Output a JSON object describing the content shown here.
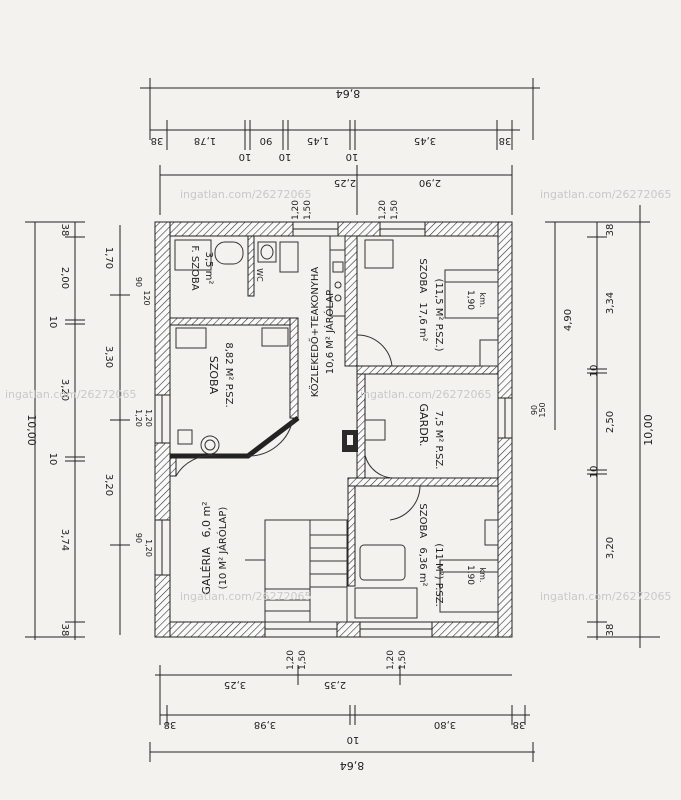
{
  "watermark": "ingatlan.com/26272065",
  "dimensions": {
    "top_total": "8,64",
    "top_chain": [
      "38",
      "1,78",
      "10",
      "90",
      "10",
      "1,45",
      "10",
      "3,45",
      "38"
    ],
    "top_inner": [
      "2,25",
      "2,90"
    ],
    "top_openings": [
      {
        "a": "1,20",
        "b": "1,50"
      },
      {
        "a": "1,20",
        "b": "1,50"
      }
    ],
    "bottom_total": "8,64",
    "bottom_chain": [
      "38",
      "3,98",
      "10",
      "3,80",
      "38"
    ],
    "bottom_inner": [
      "3,25",
      "2,35"
    ],
    "bottom_openings": [
      {
        "a": "1,20",
        "b": "1,50"
      },
      {
        "a": "1,20",
        "b": "1,50"
      }
    ],
    "left_total": "10,00",
    "left_chain": [
      "38",
      "2,00",
      "10",
      "3,20",
      "10",
      "3,74",
      "38"
    ],
    "left_inner": [
      "1,70",
      "3,30",
      "3,20"
    ],
    "left_openings": [
      "90",
      "120",
      "1,20",
      "1,20",
      "1,20",
      "90"
    ],
    "right_total": "10,00",
    "right_chain": [
      "38",
      "3,34",
      "10",
      "2,50",
      "10",
      "3,20",
      "38"
    ],
    "right_inner": [
      "4,90"
    ],
    "right_openings": [
      "90",
      "150"
    ]
  },
  "rooms": {
    "small_room": {
      "name": "F. SZOBA",
      "area": "3,5 m²"
    },
    "wc": "WC",
    "bedroom_left": {
      "name": "SZOBA",
      "area": "8,82 M² P.SZ."
    },
    "gallery": {
      "name": "GALÉRIA",
      "area": "6,0 m²",
      "note": "(10 M² JÁRÓLAP)"
    },
    "hall": {
      "name": "KÖZLEKEDŐ+TEAKONYHA",
      "area": "10,6 M² JÁRÓLAP"
    },
    "bedroom_top_right": {
      "name": "SZOBA",
      "area": "17,6 m²",
      "note": "(11,5 M² P.SZ.)"
    },
    "wardrobe": {
      "name": "GARDR.",
      "area": "7,5 M² P.SZ."
    },
    "bedroom_bottom_right": {
      "name": "SZOBA",
      "area": "6,36 m²",
      "note": "(11 M²) P.SZ."
    }
  },
  "bed_labels": [
    "1,90",
    "1,90"
  ],
  "bed_unit": "km."
}
